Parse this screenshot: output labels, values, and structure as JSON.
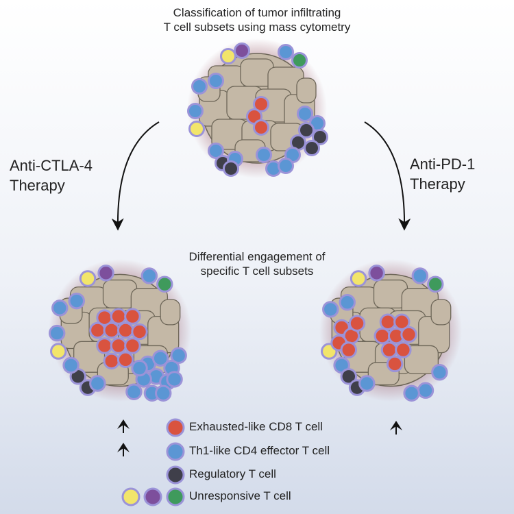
{
  "title": {
    "line1": "Classification of tumor infiltrating",
    "line2": "T cell subsets using mass cytometry"
  },
  "middle_text": {
    "line1": "Differential engagement of",
    "line2": "specific T cell subsets"
  },
  "left_therapy": {
    "line1": "Anti-CTLA-4",
    "line2": "Therapy"
  },
  "right_therapy": {
    "line1": "Anti-PD-1",
    "line2": "Therapy"
  },
  "legend": [
    {
      "label": "Exhausted-like CD8 T cell",
      "color": "#d9533f"
    },
    {
      "label": "Th1-like CD4 effector T cell",
      "color": "#5b96d4"
    },
    {
      "label": "Regulatory T cell",
      "color": "#3f3f4a"
    },
    {
      "label": "Unresponsive T cell",
      "colors": [
        "#f2e56b",
        "#7d4f9c",
        "#3f9a5c"
      ]
    }
  ],
  "colors": {
    "tumor_cell": "#c4b8a6",
    "tumor_outline": "#6d6658",
    "halo": "#a8707b",
    "cell_ring": "#9b93d8"
  }
}
